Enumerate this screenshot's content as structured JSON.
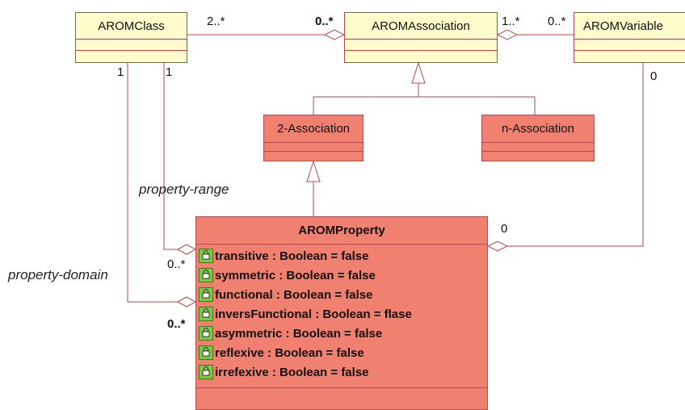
{
  "classes": {
    "arom_class": {
      "name": "AROMClass"
    },
    "arom_association": {
      "name": "AROMAssociation"
    },
    "arom_variable": {
      "name": "AROMVariable"
    },
    "two_association": {
      "name": "2-Association"
    },
    "n_association": {
      "name": "n-Association"
    },
    "arom_property": {
      "name": "AROMProperty",
      "attributes": [
        "transitive : Boolean = false",
        "symmetric : Boolean = false",
        "functional : Boolean = false",
        "inversFunctional : Boolean = flase",
        "asymmetric : Boolean = false",
        "reflexive : Boolean = false",
        "irrefexive : Boolean = false"
      ]
    }
  },
  "multiplicities": {
    "class_assoc_class_end": "2..*",
    "class_assoc_assoc_end": "0..*",
    "assoc_var_assoc_end": "1..*",
    "assoc_var_var_end": "0..*",
    "class_range_end": "1",
    "class_domain_end": "1",
    "variable_end": "0",
    "property_variable_end": "0",
    "property_range_end": "0..*",
    "property_domain_end": "0..*"
  },
  "roles": {
    "range": "property-range",
    "domain": "property-domain"
  },
  "colors": {
    "line": "#b5484a",
    "class_fill": "#fffdcc",
    "subclass_fill": "#f08070"
  }
}
